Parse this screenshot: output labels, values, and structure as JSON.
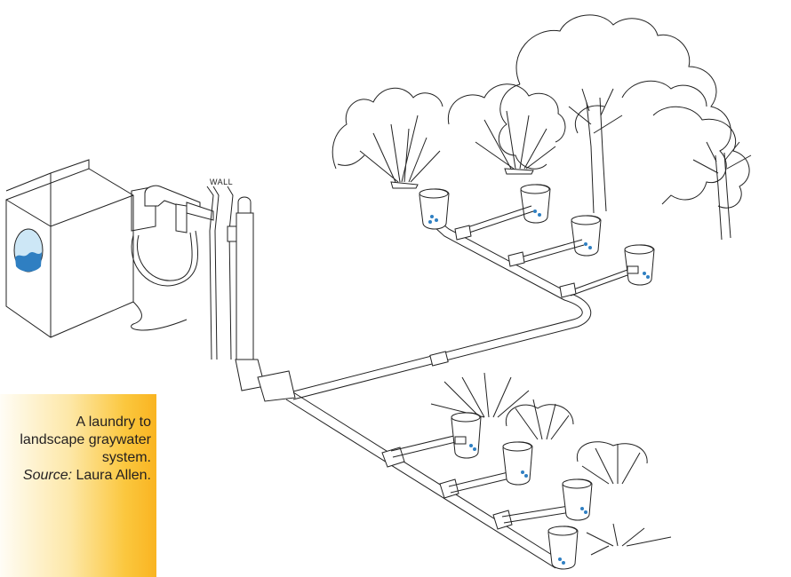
{
  "diagram": {
    "wall_label": "WALL",
    "colors": {
      "water": "#2f7fc2",
      "caption_gradient_end": "#f9b421",
      "line": "#222222"
    }
  },
  "caption": {
    "line1": "A laundry to",
    "line2": "landscape graywater",
    "line3": "system.",
    "source_label": "Source:",
    "source_name": "Laura Allen."
  }
}
